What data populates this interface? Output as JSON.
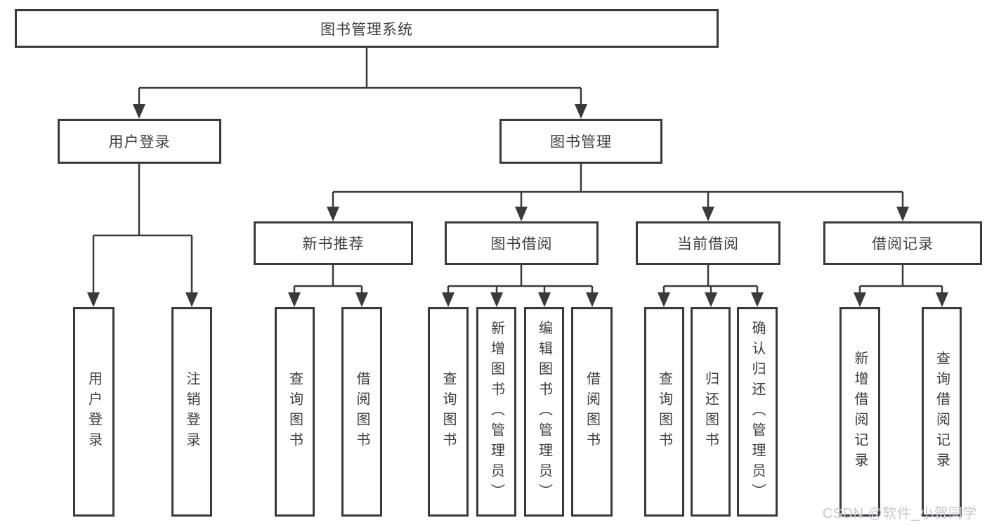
{
  "diagram_type": "tree",
  "tree": {
    "root": {
      "label": "图书管理系统",
      "children": [
        {
          "label": "用户登录",
          "children": [
            {
              "label": "用户登录"
            },
            {
              "label": "注销登录"
            }
          ]
        },
        {
          "label": "图书管理",
          "children": [
            {
              "label": "新书推荐",
              "children": [
                {
                  "label": "查询图书"
                },
                {
                  "label": "借阅图书"
                }
              ]
            },
            {
              "label": "图书借阅",
              "children": [
                {
                  "label": "查询图书"
                },
                {
                  "label": "新增图书（管理员）"
                },
                {
                  "label": "编辑图书（管理员）"
                },
                {
                  "label": "借阅图书"
                }
              ]
            },
            {
              "label": "当前借阅",
              "children": [
                {
                  "label": "查询图书"
                },
                {
                  "label": "归还图书"
                },
                {
                  "label": "确认归还（管理员）"
                }
              ]
            },
            {
              "label": "借阅记录",
              "children": [
                {
                  "label": "新增借阅记录"
                },
                {
                  "label": "查询借阅记录"
                }
              ]
            }
          ]
        }
      ]
    }
  },
  "watermark": {
    "text": "CSDN @软件_小贺同学"
  },
  "colors": {
    "line": "#3a3a3a",
    "text": "#3d3d3d",
    "box_background": "#ffffff",
    "page_background": "#ffffff",
    "watermark": "#c7c7d0"
  }
}
